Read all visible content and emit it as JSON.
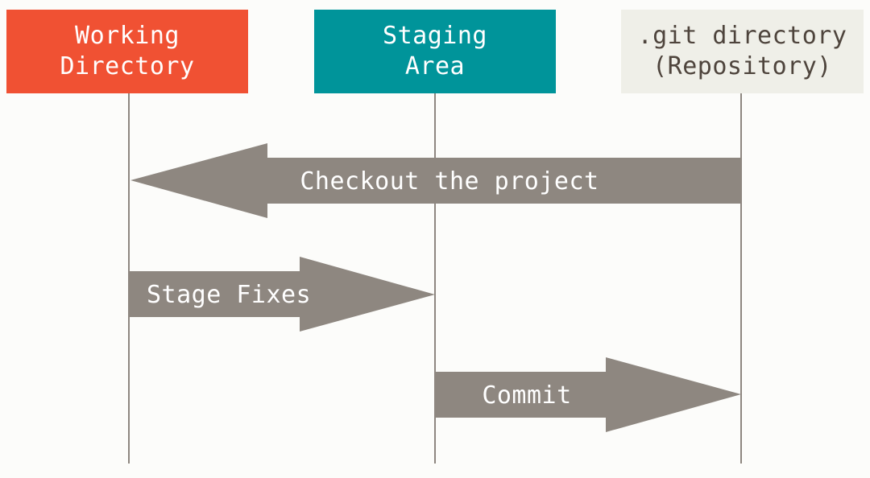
{
  "lanes": [
    {
      "id": "working-directory",
      "lines": [
        "Working",
        "Directory"
      ],
      "color": "#f05133",
      "text_color": "#ffffff"
    },
    {
      "id": "staging-area",
      "lines": [
        "Staging",
        "Area"
      ],
      "color": "#00949a",
      "text_color": "#ffffff"
    },
    {
      "id": "git-directory",
      "lines": [
        ".git directory",
        "(Repository)"
      ],
      "color": "#efefe8",
      "text_color": "#4e443c"
    }
  ],
  "arrows": [
    {
      "label": "Checkout the project",
      "from": "git-directory",
      "to": "working-directory"
    },
    {
      "label": "Stage Fixes",
      "from": "working-directory",
      "to": "staging-area"
    },
    {
      "label": "Commit",
      "from": "staging-area",
      "to": "git-directory"
    }
  ],
  "colors": {
    "arrow": "#8e8780",
    "lifeline": "#8e8780",
    "background": "#fcfcfa"
  }
}
